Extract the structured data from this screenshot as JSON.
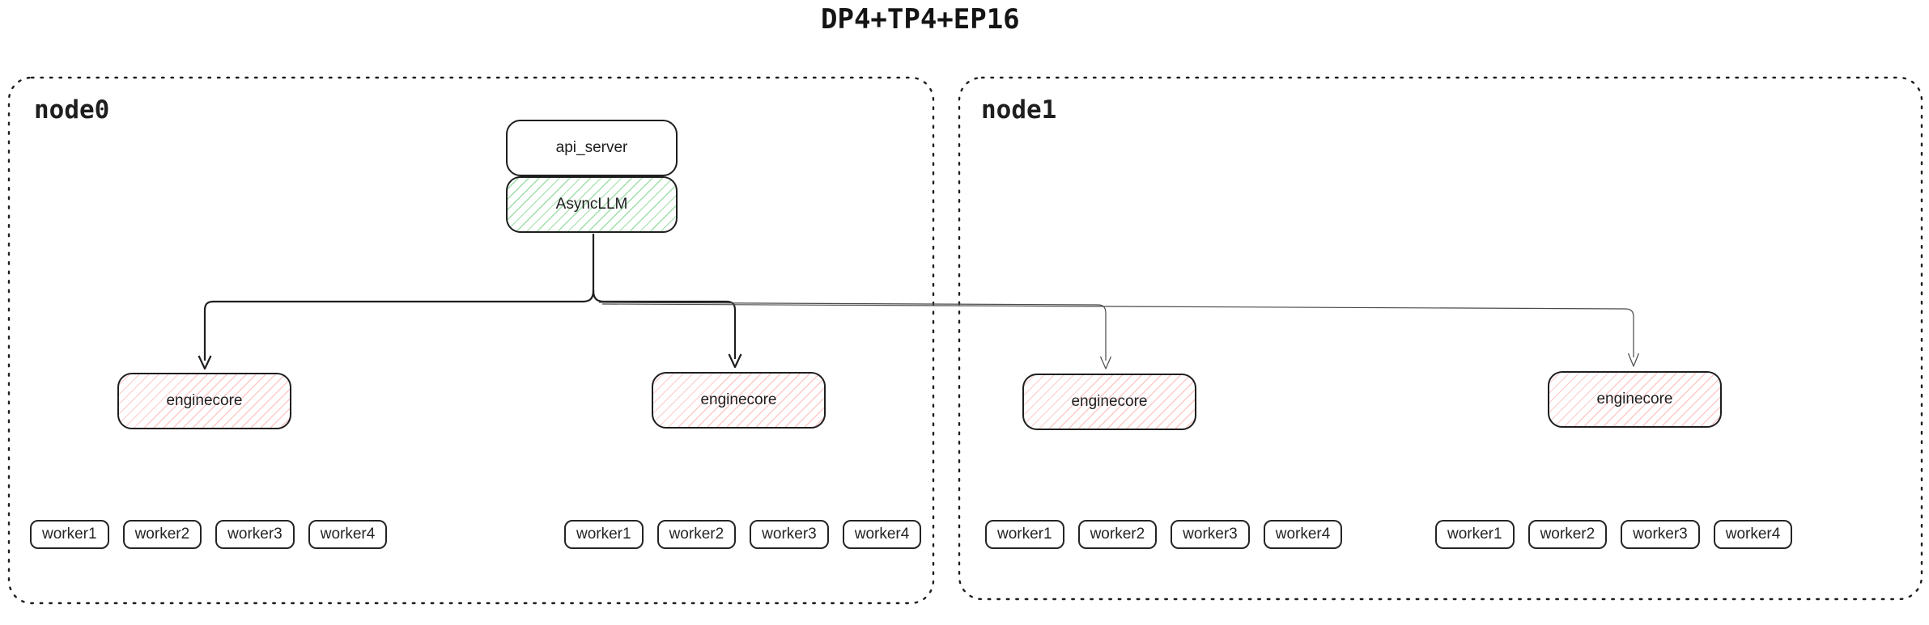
{
  "title": "DP4+TP4+EP16",
  "nodes": [
    {
      "label": "node0"
    },
    {
      "label": "node1"
    }
  ],
  "api_server_label": "api_server",
  "asyncllm_label": "AsyncLLM",
  "enginecore_labels": [
    "enginecore",
    "enginecore",
    "enginecore",
    "enginecore"
  ],
  "worker_groups": [
    {
      "workers": [
        "worker1",
        "worker2",
        "worker3",
        "worker4"
      ]
    },
    {
      "workers": [
        "worker1",
        "worker2",
        "worker3",
        "worker4"
      ]
    },
    {
      "workers": [
        "worker1",
        "worker2",
        "worker3",
        "worker4"
      ]
    },
    {
      "workers": [
        "worker1",
        "worker2",
        "worker3",
        "worker4"
      ]
    }
  ],
  "colors": {
    "stroke": "#1e1e1e",
    "asyncllm_hatch": "#9fdfa9",
    "enginecore_hatch": "#ffc9c9",
    "thin_connector": "#4a4a4a"
  }
}
